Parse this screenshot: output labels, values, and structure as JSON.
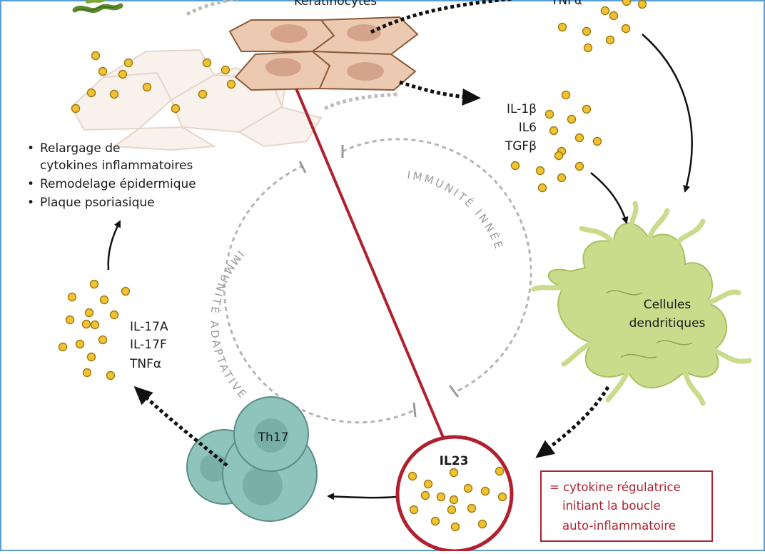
{
  "keratinocytes_label": "Keratinocytes",
  "top_cytokines": [
    "TNFα"
  ],
  "mid_cytokines": [
    "IL-1β",
    "IL6",
    "TGFβ"
  ],
  "dendritic_label": [
    "Cellules",
    "dendritiques"
  ],
  "il23_label": "IL23",
  "il23_note": [
    "= cytokine régulatrice",
    "initiant la boucle",
    "auto-inflammatoire"
  ],
  "th17_label": "Th17",
  "th17_cytokines": [
    "IL-17A",
    "IL-17F",
    "TNFα"
  ],
  "effects": [
    "Relargage de",
    "cytokines inflammatoires",
    "Remodelage épidermique",
    "Plaque psoriasique"
  ],
  "innate_label": "IMMUNITÉ INNÉE",
  "adaptive_label": "IMMUNITÉ ADAPTATIVE",
  "colors": {
    "frame": "#5a9fd4",
    "inflammatory_link": "#b0202e",
    "cytokine_dot": "#f2c232",
    "dendritic_cell": "#c9dc8c",
    "th17_cell": "#8fc4bd",
    "keratinocyte": "#e8c6ad"
  }
}
